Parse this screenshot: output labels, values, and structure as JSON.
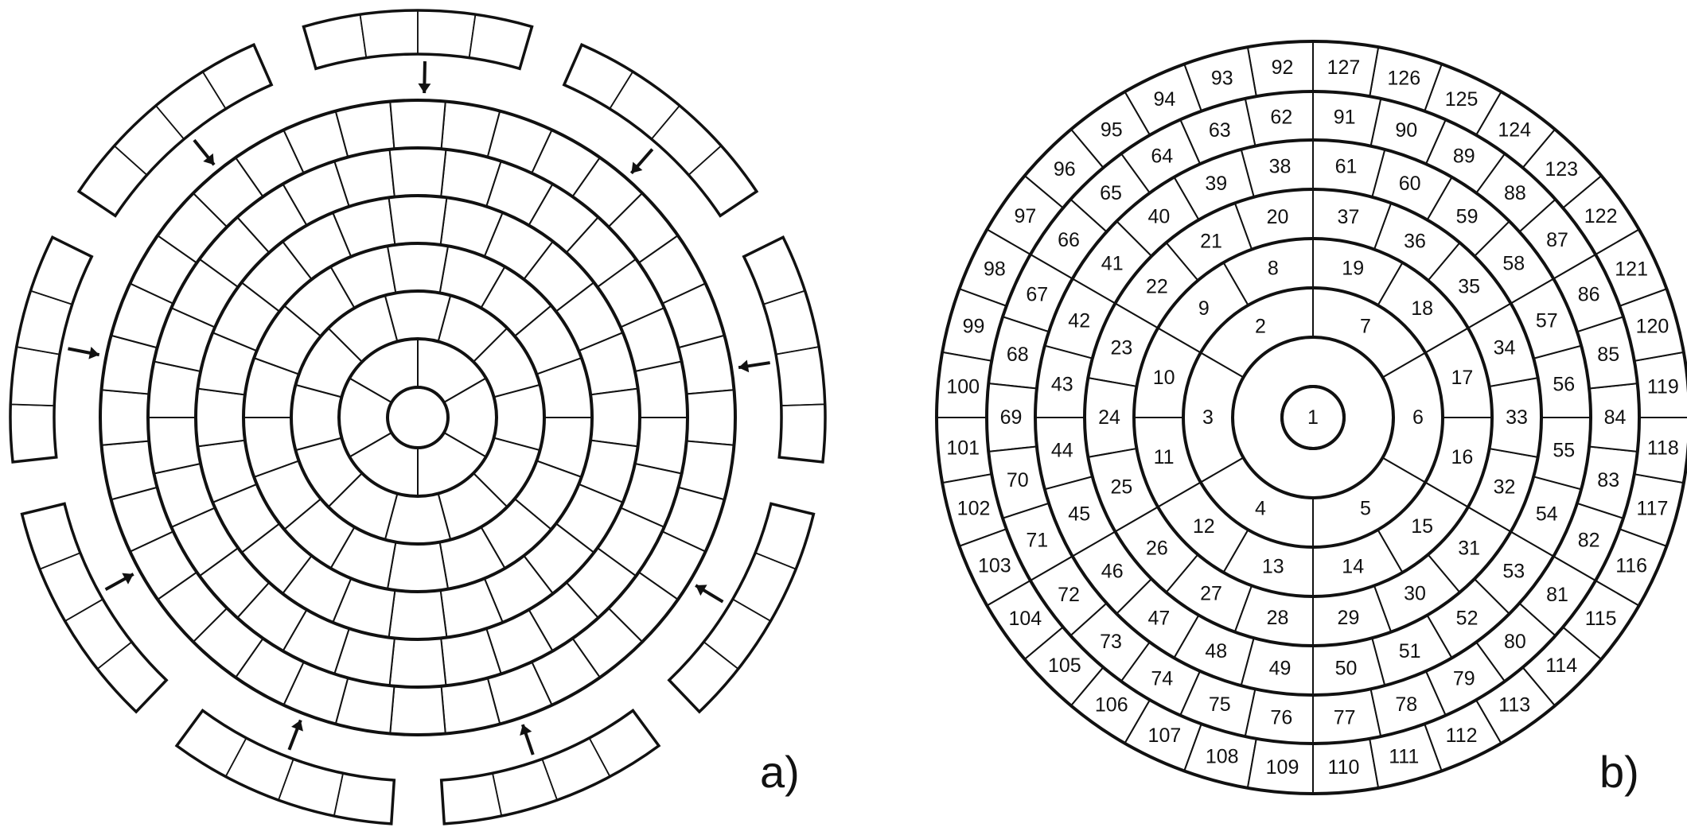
{
  "panels": [
    {
      "id": "a",
      "label": "a)"
    },
    {
      "id": "b",
      "label": "b)"
    }
  ],
  "diagram_a": {
    "center_rings": [
      {
        "cells": 1
      },
      {
        "cells": 6
      },
      {
        "cells": 12
      },
      {
        "cells": 18
      },
      {
        "cells": 24
      },
      {
        "cells": 30
      },
      {
        "cells": 36
      }
    ],
    "outer_blocks": {
      "count": 9,
      "cells_per_block": 4,
      "arrows": 9
    }
  },
  "diagram_b": {
    "rings": [
      {
        "labels": [
          "1"
        ]
      },
      {
        "labels": [
          "2",
          "3",
          "4",
          "5",
          "6",
          "7"
        ]
      },
      {
        "labels": [
          "8",
          "9",
          "10",
          "11",
          "12",
          "13",
          "14",
          "15",
          "16",
          "17",
          "18",
          "19"
        ]
      },
      {
        "labels": [
          "20",
          "21",
          "22",
          "23",
          "24",
          "25",
          "26",
          "27",
          "28",
          "29",
          "30",
          "31",
          "32",
          "33",
          "34",
          "35",
          "36",
          "37"
        ]
      },
      {
        "labels": [
          "38",
          "39",
          "40",
          "41",
          "42",
          "43",
          "44",
          "45",
          "46",
          "47",
          "48",
          "49",
          "50",
          "51",
          "52",
          "53",
          "54",
          "55",
          "56",
          "57",
          "58",
          "59",
          "60",
          "61"
        ]
      },
      {
        "labels": [
          "62",
          "63",
          "64",
          "65",
          "66",
          "67",
          "68",
          "69",
          "70",
          "71",
          "72",
          "73",
          "74",
          "75",
          "76",
          "77",
          "78",
          "79",
          "80",
          "81",
          "82",
          "83",
          "84",
          "85",
          "86",
          "87",
          "88",
          "89",
          "90",
          "91"
        ]
      },
      {
        "labels": [
          "92",
          "93",
          "94",
          "95",
          "96",
          "97",
          "98",
          "99",
          "100",
          "101",
          "102",
          "103",
          "104",
          "105",
          "106",
          "107",
          "108",
          "109",
          "110",
          "111",
          "112",
          "113",
          "114",
          "115",
          "116",
          "117",
          "118",
          "119",
          "120",
          "121",
          "122",
          "123",
          "124",
          "125",
          "126",
          "127"
        ]
      }
    ]
  }
}
